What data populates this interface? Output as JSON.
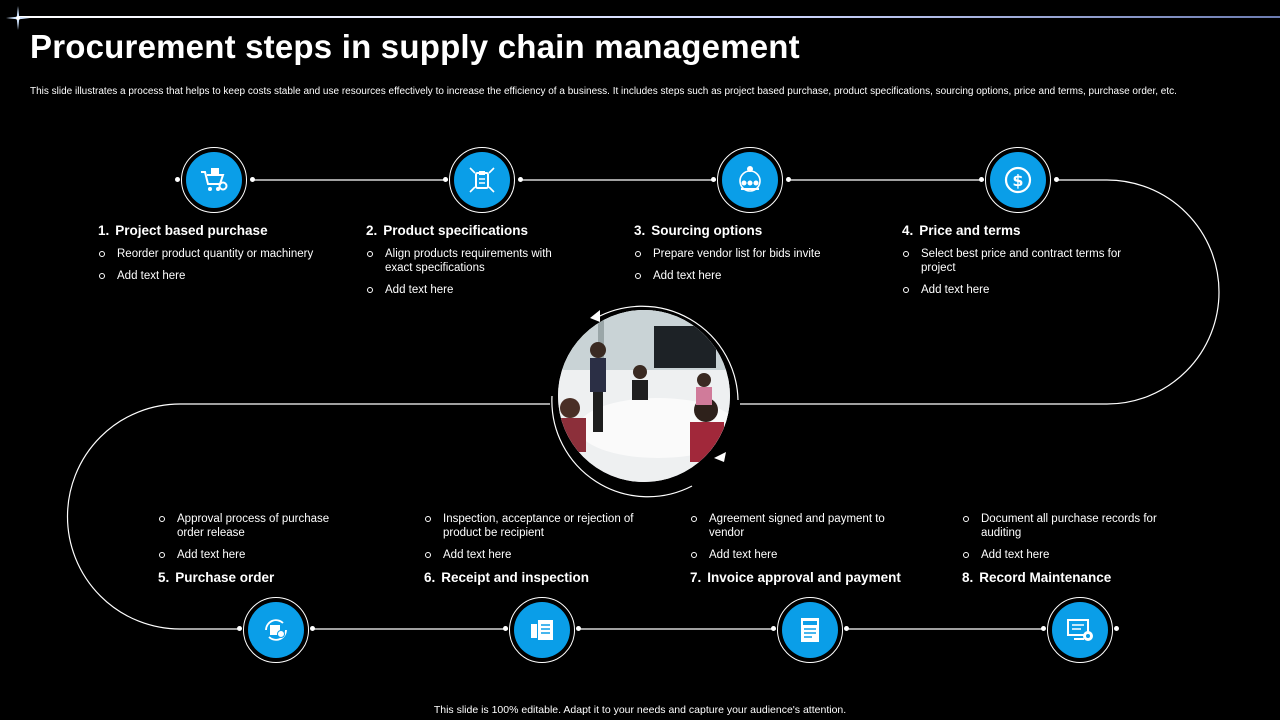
{
  "slide": {
    "title": "Procurement steps in supply chain management",
    "subtitle": "This slide illustrates a process that helps to keep  costs stable and use resources effectively to increase the efficiency of a business. It includes steps such as project based purchase, product specifications, sourcing options, price and terms, purchase order, etc.",
    "footer": "This slide is 100% editable.  Adapt it to your needs and capture your audience's attention."
  },
  "colors": {
    "accent": "#0a9ee8",
    "background": "#000000",
    "text": "#ffffff"
  },
  "steps": [
    {
      "num": "1.",
      "title": "Project based purchase",
      "icon": "cart-gear-icon",
      "bullets": [
        "Reorder product quantity or machinery",
        "Add text here"
      ]
    },
    {
      "num": "2.",
      "title": "Product specifications",
      "icon": "clipboard-target-icon",
      "bullets": [
        "Align products requirements with exact specifications",
        "Add text here"
      ]
    },
    {
      "num": "3.",
      "title": "Sourcing options",
      "icon": "vendor-network-icon",
      "bullets": [
        "Prepare vendor list for bids invite",
        "Add text here"
      ]
    },
    {
      "num": "4.",
      "title": "Price and terms",
      "icon": "dollar-coin-icon",
      "bullets": [
        "Select best price and  contract terms for project",
        "Add text here"
      ]
    },
    {
      "num": "5.",
      "title": "Purchase order",
      "icon": "order-cycle-icon",
      "bullets": [
        "Approval process of purchase order release",
        "Add text here"
      ]
    },
    {
      "num": "6.",
      "title": "Receipt and inspection",
      "icon": "receipt-icon",
      "bullets": [
        "Inspection, acceptance or rejection of product be recipient",
        "Add text here"
      ]
    },
    {
      "num": "7.",
      "title": "Invoice approval and payment",
      "icon": "invoice-icon",
      "bullets": [
        "Agreement signed and payment to vendor",
        "Add text here"
      ]
    },
    {
      "num": "8.",
      "title": "Record Maintenance",
      "icon": "record-monitor-icon",
      "bullets": [
        "Document all purchase records for auditing",
        "Add text here"
      ]
    }
  ]
}
